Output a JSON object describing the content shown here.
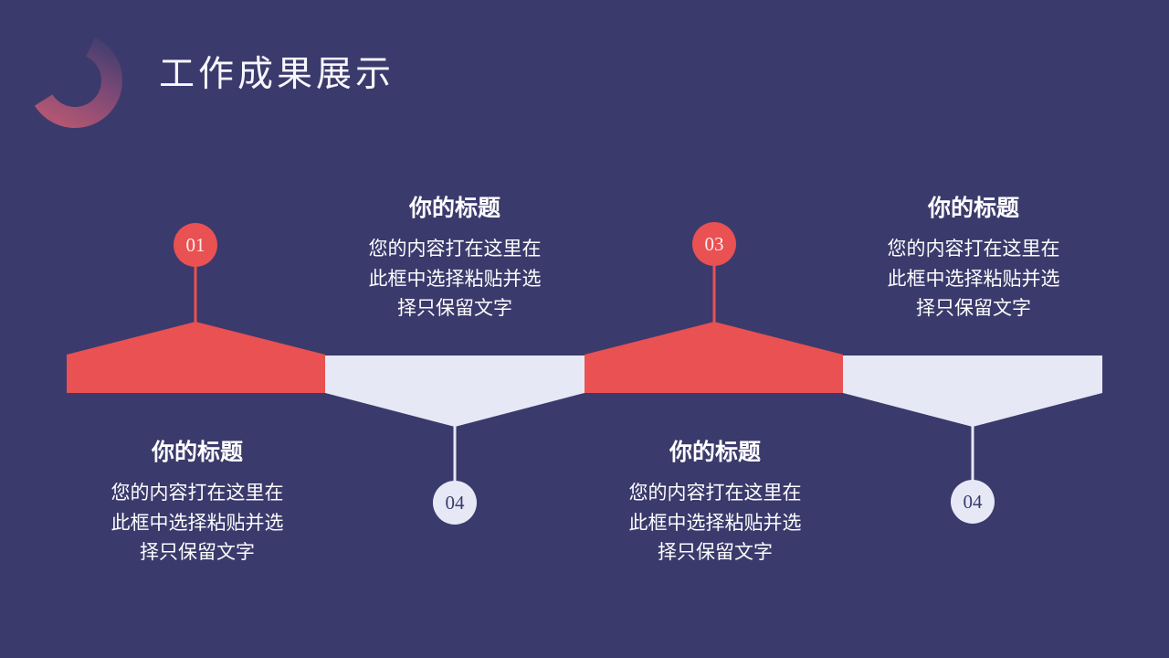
{
  "slide": {
    "title": "工作成果展示"
  },
  "colors": {
    "background": "#3B3A6C",
    "red": "#E95152",
    "light": "#E6E8F5",
    "ring_start": "#413E6F",
    "ring_mid": "#7A4876",
    "ring_end": "#B05672"
  },
  "items": [
    {
      "number": "01",
      "variant": "red",
      "title": "你的标题",
      "body": [
        "您的内容打在这里在",
        "此框中选择粘贴并选",
        "择只保留文字"
      ]
    },
    {
      "number": "04",
      "variant": "light",
      "title": "你的标题",
      "body": [
        "您的内容打在这里在",
        "此框中选择粘贴并选",
        "择只保留文字"
      ]
    },
    {
      "number": "03",
      "variant": "red",
      "title": "你的标题",
      "body": [
        "您的内容打在这里在",
        "此框中选择粘贴并选",
        "择只保留文字"
      ]
    },
    {
      "number": "04",
      "variant": "light",
      "title": "你的标题",
      "body": [
        "您的内容打在这里在",
        "此框中选择粘贴并选",
        "择只保留文字"
      ]
    }
  ]
}
